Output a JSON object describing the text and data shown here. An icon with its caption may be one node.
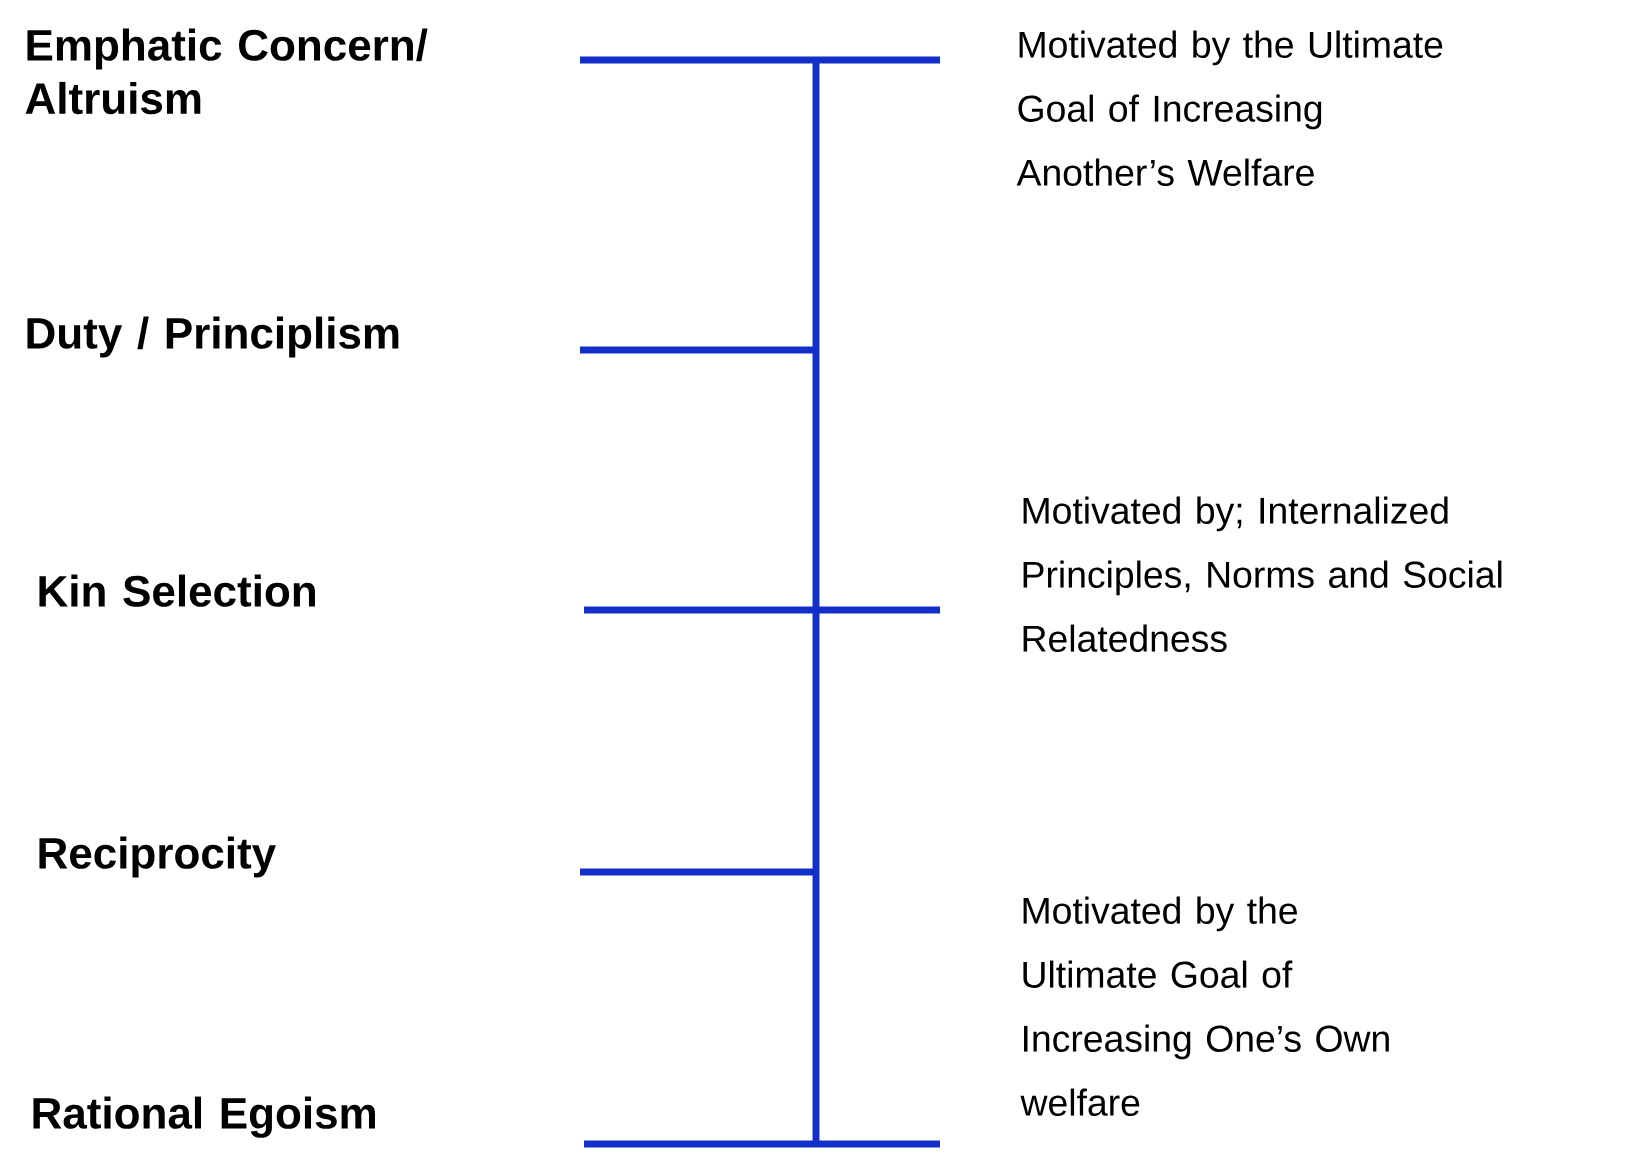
{
  "diagram": {
    "labels": [
      "Emphatic Concern/ Altruism",
      "Motivated by the Ultimate Goal of Increasing Another’s Welfare",
      "Duty / Principlism",
      "Motivated by; Internalized Principles, Norms and Social Relatedness",
      "Kin Selection",
      "Reciprocity",
      "Motivated by the Ultimate Goal of Increasing One’s Own welfare",
      "Rational Egoism"
    ]
  }
}
